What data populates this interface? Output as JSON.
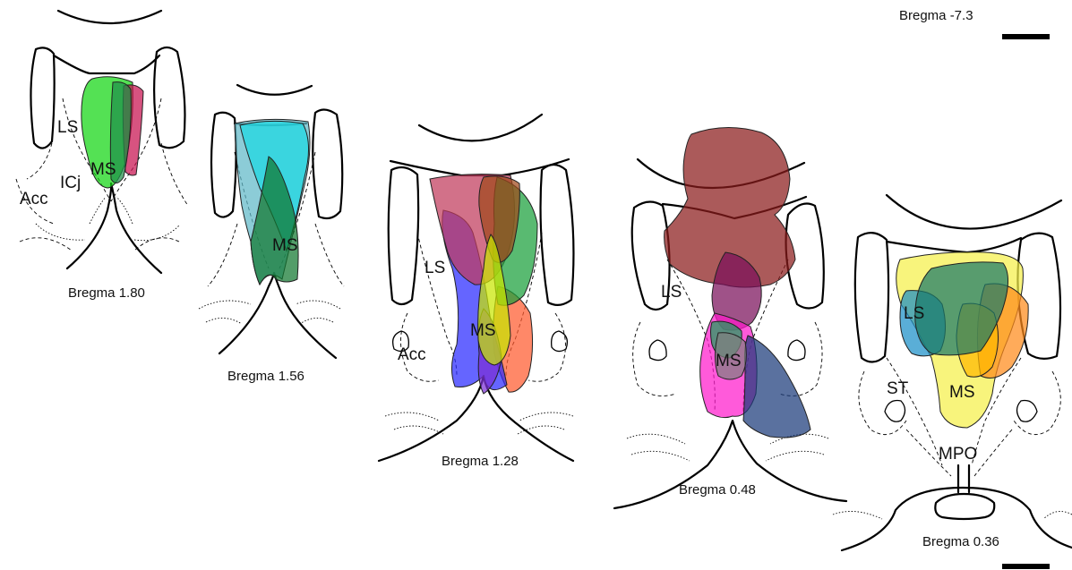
{
  "sections": [
    {
      "id": "s180",
      "bregma_label": "Bregma 1.80",
      "region_labels": [
        "LS",
        "MS",
        "ICj",
        "Acc"
      ],
      "injections": [
        {
          "color": "#12d612"
        },
        {
          "color": "#c8114f"
        },
        {
          "color": "#1f8f4a"
        }
      ]
    },
    {
      "id": "s156",
      "bregma_label": "Bregma 1.56",
      "region_labels": [
        "MS"
      ],
      "injections": [
        {
          "color": "#5fb9c8"
        },
        {
          "color": "#1ad8e2"
        },
        {
          "color": "#11772f"
        }
      ]
    },
    {
      "id": "s128",
      "bregma_label": "Bregma 1.28",
      "region_labels": [
        "LS",
        "MS",
        "Acc"
      ],
      "injections": [
        {
          "color": "#ff5a2e"
        },
        {
          "color": "#2a2aff"
        },
        {
          "color": "#7c2fd6"
        },
        {
          "color": "#c03a5c"
        },
        {
          "color": "#19a03a"
        },
        {
          "color": "#a0481a"
        },
        {
          "color": "#c8e600"
        }
      ]
    },
    {
      "id": "s048",
      "bregma_label": "Bregma 0.48",
      "region_labels": [
        "LS",
        "MS"
      ],
      "injections": [
        {
          "color": "#8b1a1a"
        },
        {
          "color": "#7a0f5a"
        },
        {
          "color": "#ff1acc"
        },
        {
          "color": "#1a3a7a"
        },
        {
          "color": "#1aa05a"
        },
        {
          "color": "#808080"
        }
      ]
    },
    {
      "id": "s036",
      "bregma_label": "Bregma 0.36",
      "region_labels": [
        "LS",
        "MS",
        "ST",
        "MPO"
      ],
      "injections": [
        {
          "color": "#f5f04a"
        },
        {
          "color": "#ff8a1a"
        },
        {
          "color": "#ffb800"
        },
        {
          "color": "#1a8fc8"
        },
        {
          "color": "#1a7a6a"
        }
      ]
    }
  ],
  "top_right_label": "Bregma -7.3"
}
